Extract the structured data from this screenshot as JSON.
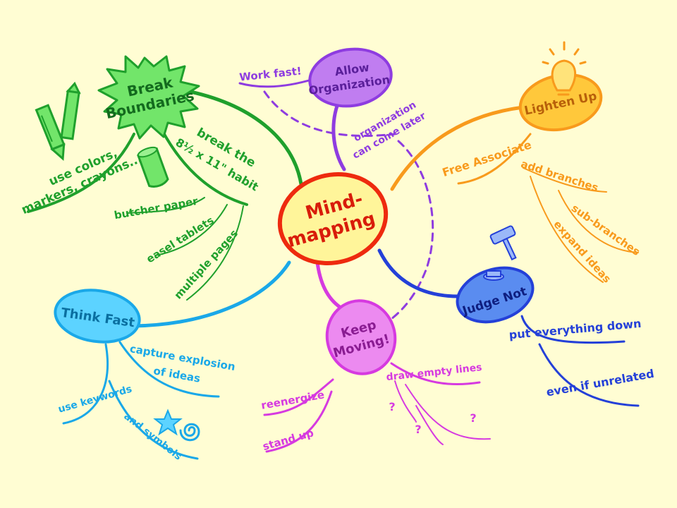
{
  "center": {
    "line1": "Mind-",
    "line2": "mapping"
  },
  "colors": {
    "background": "#FFFDD3",
    "center": "#EE2A0E",
    "center_fill": "#FFF59A",
    "green": "#1FA02C",
    "green_fill": "#72E56A",
    "purple": "#8E3CE0",
    "purple_fill": "#C07DF0",
    "orange": "#F89A1C",
    "orange_fill": "#FFC83B",
    "blue": "#2440D8",
    "blue_fill": "#5A8CF0",
    "cyan": "#1AA8E8",
    "cyan_fill": "#5CD3FF",
    "magenta": "#D63AE0",
    "magenta_fill": "#EC8AF0"
  },
  "branches": {
    "break_boundaries": {
      "line1": "Break",
      "line2": "Boundaries",
      "sub1": {
        "line1": "use colors,",
        "line2": "markers, crayons..."
      },
      "sub2": {
        "line1": "break the",
        "line2": "8½ x 11\" habit"
      },
      "sub2_items": [
        "butcher paper",
        "easel tablets",
        "multiple pages"
      ]
    },
    "allow_organization": {
      "line1": "Allow",
      "line2": "Organization",
      "sub1": "Work fast!",
      "sub2": {
        "line1": "organization",
        "line2": "can come later"
      }
    },
    "lighten_up": {
      "line1": "Lighten Up",
      "sub1": "Free Associate",
      "sub_items": [
        "add branches",
        "sub-branches",
        "expand ideas"
      ]
    },
    "judge_not": {
      "line1": "Judge Not",
      "sub1": "put everything down",
      "sub2": "even if unrelated"
    },
    "keep_moving": {
      "line1": "Keep",
      "line2": "Moving!",
      "sub1": "draw empty lines",
      "marks": [
        "?",
        "?",
        "?"
      ],
      "left_items": [
        "reenergize",
        "stand up"
      ]
    },
    "think_fast": {
      "line1": "Think Fast",
      "sub1": {
        "line1": "capture explosion",
        "line2": "of ideas"
      },
      "sub2": "use keywords",
      "sub3": "and symbols"
    }
  }
}
